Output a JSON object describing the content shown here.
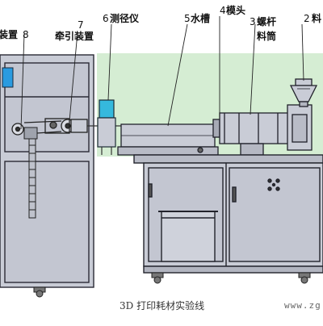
{
  "components": {
    "unit8": {
      "number": "8",
      "label_partial": "装置"
    },
    "unit7": {
      "number": "7",
      "label": "牵引装置"
    },
    "unit6": {
      "number": "6",
      "label": "测径仪"
    },
    "unit5": {
      "number": "5",
      "label": "水槽"
    },
    "unit4": {
      "number": "4",
      "label": "模头"
    },
    "unit3": {
      "number": "3",
      "label_line1": "螺杆",
      "label_line2": "料筒"
    },
    "unit2": {
      "number": "2",
      "label_partial": "料"
    }
  },
  "caption": "3D 打印耗材实验线",
  "watermark": "www.zg",
  "colors": {
    "cabinet_fill": "#c9ccd6",
    "cabinet_stroke": "#2a2a35",
    "green_band": "#d5edd3",
    "screen": "#2a9be0",
    "gauge_cyan": "#35b9dd",
    "ink": "#111111"
  }
}
